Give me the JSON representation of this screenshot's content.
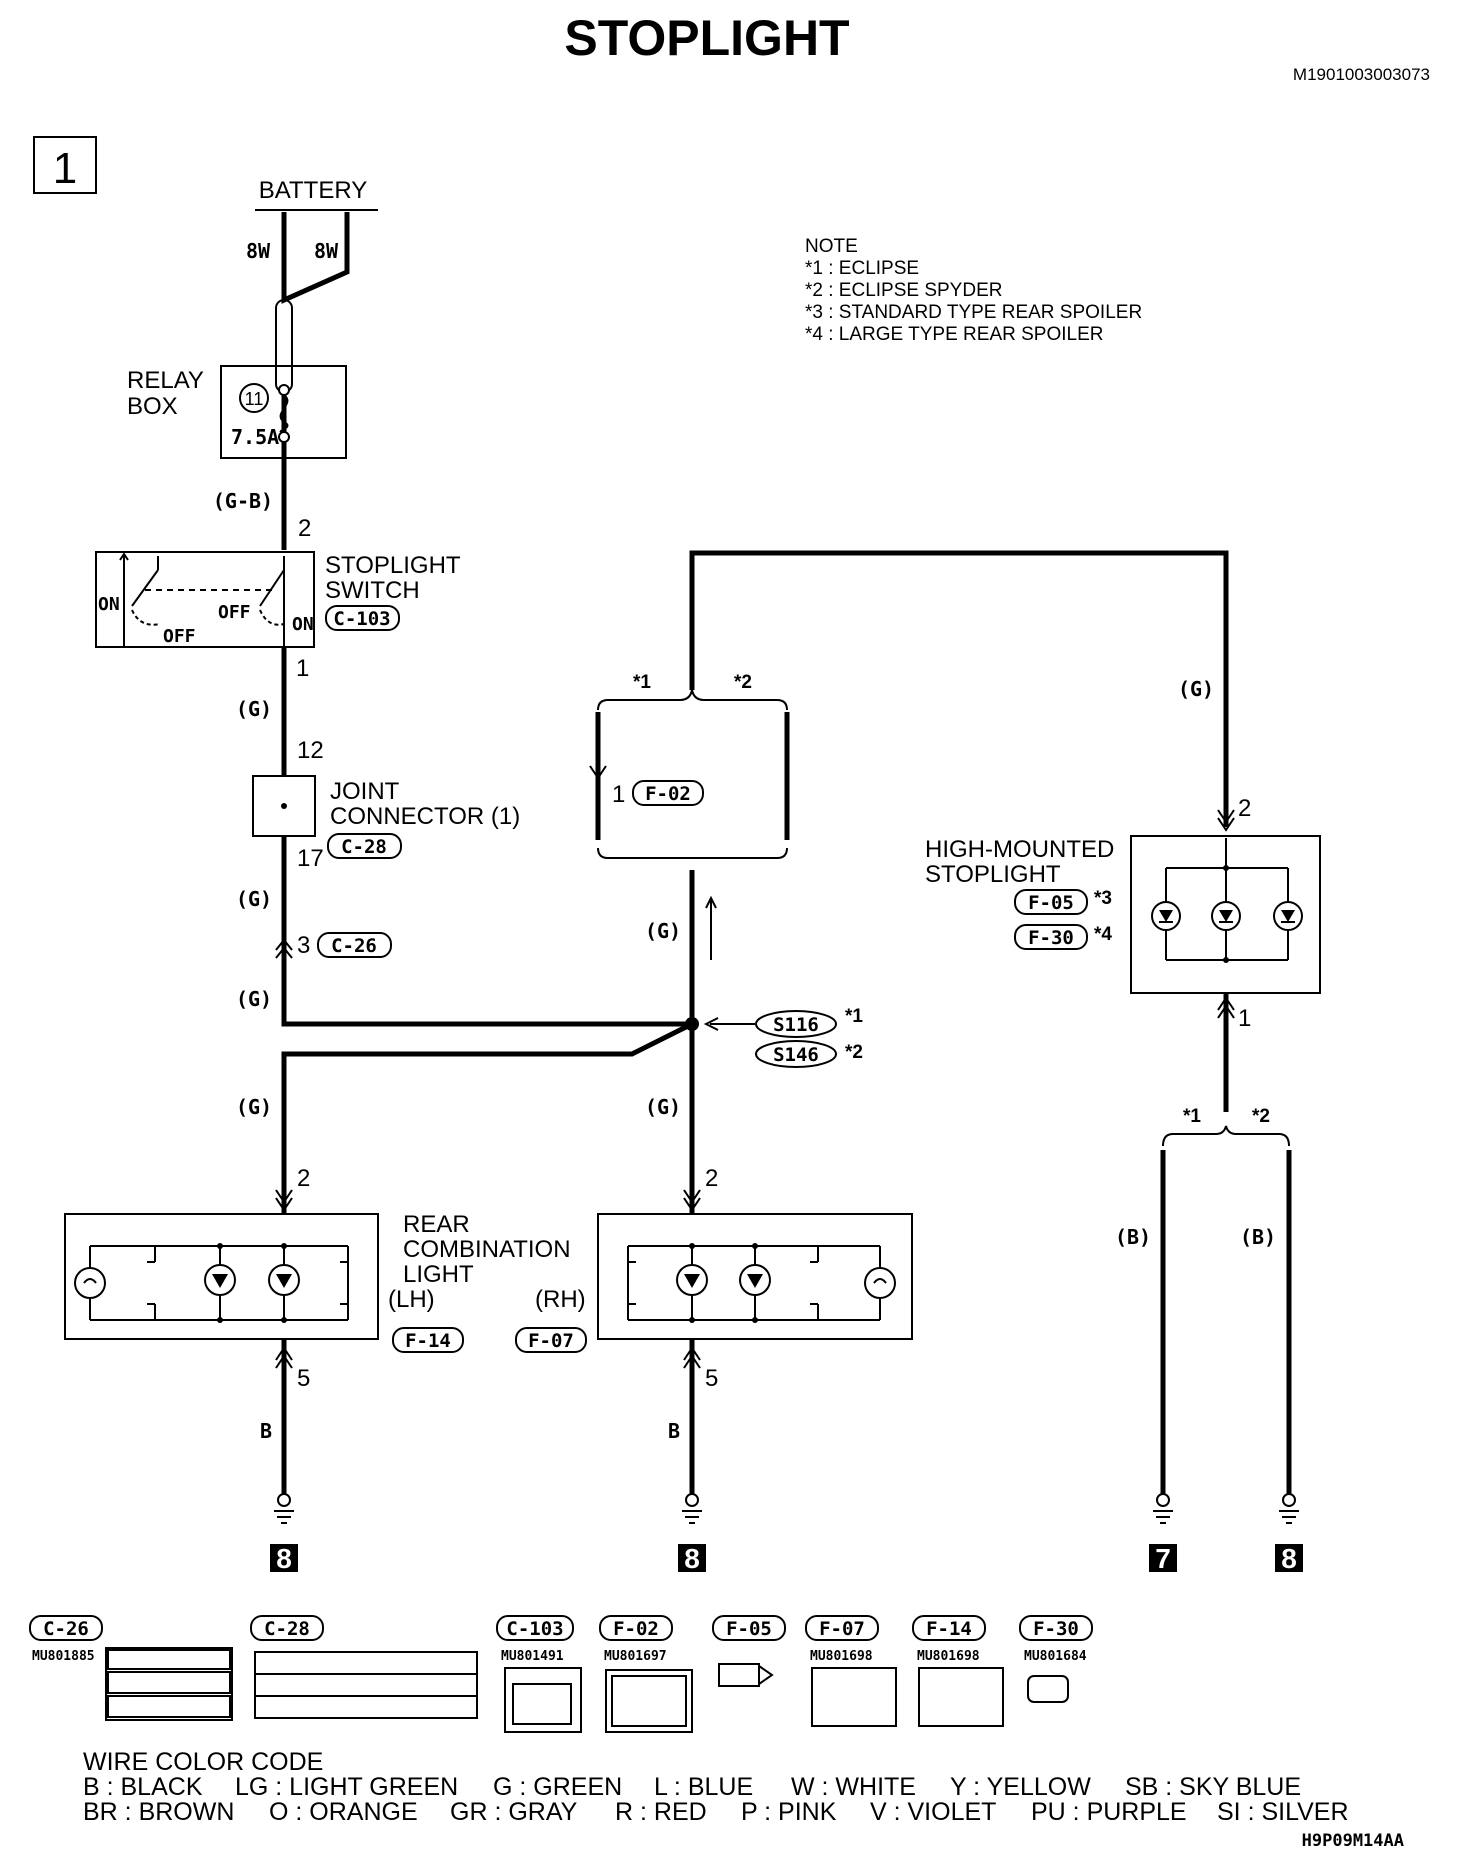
{
  "title": "STOPLIGHT",
  "doc_code": "M1901003003073",
  "page_number": "1",
  "battery_label": "BATTERY",
  "battery_wires": [
    "8W",
    "8W"
  ],
  "relay_box": {
    "line1": "RELAY",
    "line2": "BOX",
    "fuse_no": "11",
    "fuse_rating": "7.5A"
  },
  "wire_gb": "(G-B)",
  "wire_g": "(G)",
  "wire_b_paren": "(B)",
  "wire_b": "B",
  "stoplight_switch": {
    "line1": "STOPLIGHT",
    "line2": "SWITCH",
    "connector": "C-103",
    "pin_top": "2",
    "pin_bottom": "1",
    "on": "ON",
    "off": "OFF"
  },
  "joint_connector": {
    "line1": "JOINT",
    "line2": "CONNECTOR (1)",
    "connector": "C-28",
    "pin_top": "12",
    "pin_bottom": "17"
  },
  "connector_c26": {
    "pin": "3",
    "connector": "C-26"
  },
  "f02": {
    "pin": "1",
    "connector": "F-02"
  },
  "variant_star1": "*1",
  "variant_star2": "*2",
  "variant_star3": "*3",
  "variant_star4": "*4",
  "splice": {
    "s116": "S116",
    "s146": "S146"
  },
  "high_mounted": {
    "line1": "HIGH-MOUNTED",
    "line2": "STOPLIGHT",
    "connector1": "F-05",
    "connector2": "F-30",
    "pin_top": "2",
    "pin_bottom": "1"
  },
  "rear_combo": {
    "line1": "REAR",
    "line2": "COMBINATION",
    "line3": "LIGHT",
    "lh": "(LH)",
    "rh": "(RH)",
    "conn_lh": "F-14",
    "conn_rh": "F-07",
    "pin_top": "2",
    "pin_bottom": "5"
  },
  "ground_numbers": [
    "8",
    "8",
    "7",
    "8"
  ],
  "note": {
    "heading": "NOTE",
    "items": [
      "*1 : ECLIPSE",
      "*2 : ECLIPSE SPYDER",
      "*3 : STANDARD TYPE REAR SPOILER",
      "*4 : LARGE TYPE REAR SPOILER"
    ]
  },
  "connector_views": [
    {
      "name": "C-26",
      "part": "MU801885"
    },
    {
      "name": "C-28",
      "part": ""
    },
    {
      "name": "C-103",
      "part": "MU801491"
    },
    {
      "name": "F-02",
      "part": "MU801697"
    },
    {
      "name": "F-05",
      "part": ""
    },
    {
      "name": "F-07",
      "part": "MU801698"
    },
    {
      "name": "F-14",
      "part": "MU801698"
    },
    {
      "name": "F-30",
      "part": "MU801684"
    }
  ],
  "wire_color_code": {
    "heading": "WIRE COLOR CODE",
    "row1": [
      "B : BLACK",
      "LG : LIGHT GREEN",
      "G : GREEN",
      "L : BLUE",
      "W : WHITE",
      "Y : YELLOW",
      "SB : SKY BLUE"
    ],
    "row2": [
      "BR : BROWN",
      "O : ORANGE",
      "GR : GRAY",
      "R : RED",
      "P : PINK",
      "V : VIOLET",
      "PU : PURPLE",
      "SI : SILVER"
    ]
  },
  "figure_code": "H9P09M14AA"
}
